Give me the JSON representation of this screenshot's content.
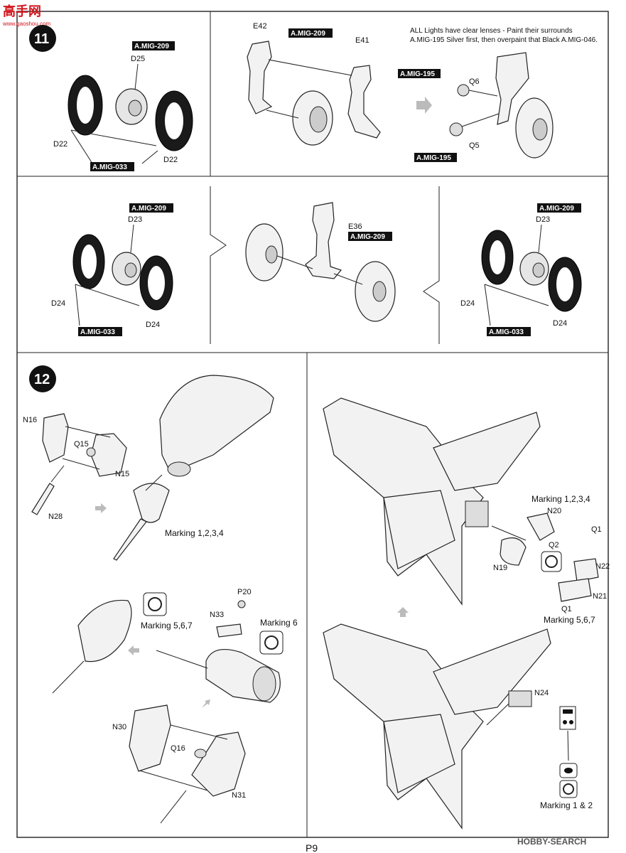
{
  "watermark": {
    "top_left": "高手网",
    "top_left_sub": "www.gaoshou.com",
    "bottom_right": "HOBBY-SEARCH"
  },
  "page_number": "P9",
  "step11": {
    "number": "11",
    "panel_a": {
      "paint_hub": "A.MIG-209",
      "hub_part": "D25",
      "tire_left": "D22",
      "tire_right": "D22",
      "paint_tire": "A.MIG-033"
    },
    "panel_b": {
      "paint": "A.MIG-209",
      "part_left": "E42",
      "part_right": "E41"
    },
    "panel_c": {
      "note_line1": "ALL Lights have clear lenses - Paint their surrounds",
      "note_line2": "A.MIG-195 Silver first, then overpaint that Black A.MIG-046.",
      "paint_top": "A.MIG-195",
      "light_top": "Q6",
      "light_bottom": "Q5",
      "paint_bottom": "A.MIG-195"
    },
    "row2_left": {
      "paint_hub": "A.MIG-209",
      "hub_part": "D23",
      "tire_left": "D24",
      "tire_right": "D24",
      "paint_tire": "A.MIG-033"
    },
    "row2_mid": {
      "part": "E36",
      "paint": "A.MIG-209"
    },
    "row2_right": {
      "paint_hub": "A.MIG-209",
      "hub_part": "D23",
      "tire_left": "D24",
      "tire_right": "D24",
      "paint_tire": "A.MIG-033"
    }
  },
  "step12": {
    "number": "12",
    "left_top": {
      "p1": "N16",
      "p2": "Q15",
      "p3": "N15",
      "p4": "N28",
      "marking": "Marking 1,2,3,4"
    },
    "left_mid": {
      "marking_a": "Marking 5,6,7",
      "p1": "P20",
      "p2": "N33",
      "marking_b": "Marking 6"
    },
    "left_bottom": {
      "p1": "N30",
      "p2": "Q16",
      "p3": "N31"
    },
    "right_top": {
      "marking_a": "Marking 1,2,3,4",
      "p1": "N20",
      "p2": "Q2",
      "p3": "N19",
      "p4": "Q1",
      "p5": "N22",
      "p6": "N21",
      "p7": "Q1",
      "marking_b": "Marking 5,6,7"
    },
    "right_bottom": {
      "p1": "N24",
      "marking": "Marking 1 & 2"
    }
  }
}
